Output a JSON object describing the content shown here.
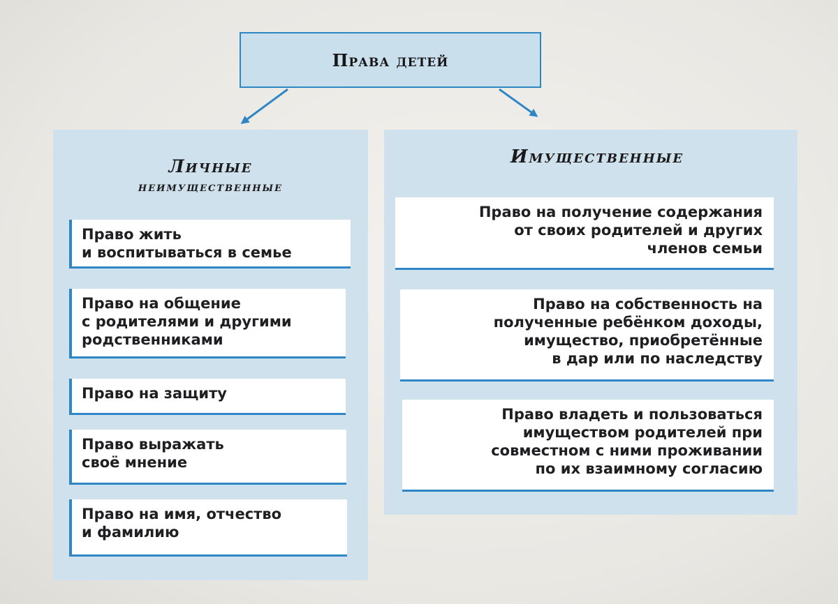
{
  "diagram": {
    "title": "Права детей",
    "left_column": {
      "heading_line1": "Личные",
      "heading_line2": "неимущественные",
      "items": [
        "Право жить\nи воспитываться в семье",
        "Право на общение\nс родителями и другими\nродственниками",
        "Право на защиту",
        "Право выражать\nсвоё мнение",
        "Право на имя, отчество\nи фамилию"
      ]
    },
    "right_column": {
      "heading": "Имущественные",
      "items": [
        "Право на получение содержания\nот своих родителей и других\nчленов семьи",
        "Право на собственность на\nполученные ребёнком доходы,\nимущество, приобретённые\nв дар или по наследству",
        "Право владеть и пользоваться\nимуществом родителей при\nсовместном с ними проживании\nпо их взаимному согласию"
      ]
    },
    "colors": {
      "accent_blue": "#2f86c4",
      "panel_blue": "#cfe1ec",
      "title_box_fill": "#c9dfec",
      "card_fill": "#ffffff"
    }
  }
}
